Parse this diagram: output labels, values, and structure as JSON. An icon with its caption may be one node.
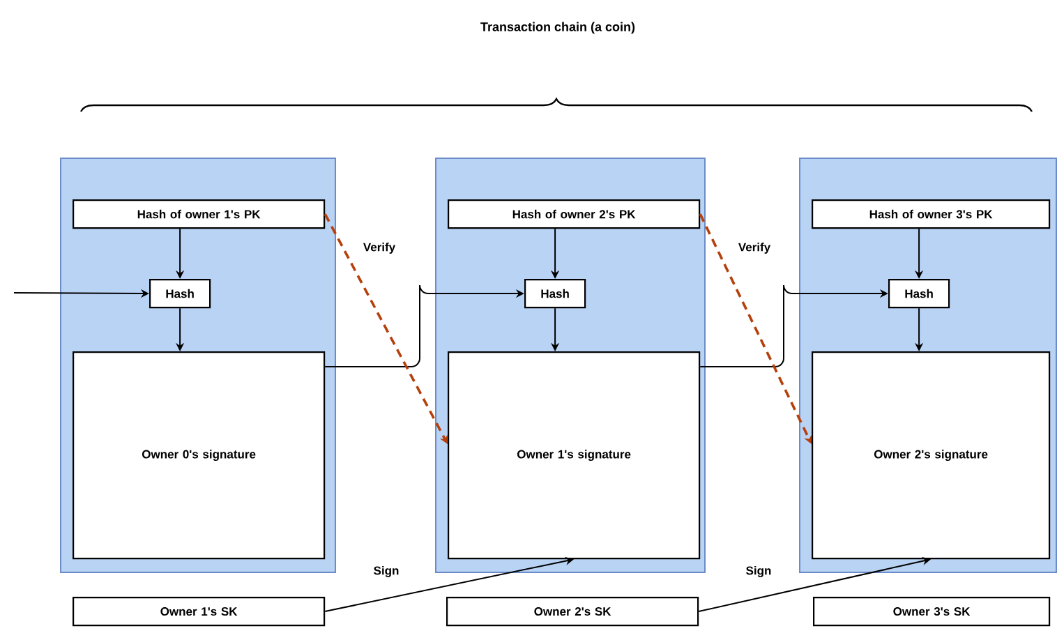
{
  "diagram": {
    "title": "Transaction chain (a coin)",
    "nodes": [
      {
        "text": [],
        "shape": "box"
      },
      {
        "text": [
          "Hash of owner 1's PK"
        ],
        "in": 0
      },
      {
        "text": [
          "Hash"
        ],
        "in": 0
      },
      {
        "text": [
          "Owner 0's signature"
        ],
        "in": 0
      },
      {
        "text": [],
        "shape": "box"
      },
      {
        "text": [
          "Hash of owner 2's PK"
        ],
        "in": 4
      },
      {
        "text": [
          "Hash"
        ],
        "in": 4
      },
      {
        "text": [
          "Owner 1's signature"
        ],
        "in": 4
      },
      {
        "text": [],
        "shape": "box"
      },
      {
        "text": [
          "Hash of owner 3's PK"
        ],
        "in": 8
      },
      {
        "text": [
          "Hash"
        ],
        "in": 8
      },
      {
        "text": [
          "Owner 2's signature"
        ],
        "in": 8
      },
      {
        "text": [
          "Owner 1's SK"
        ]
      },
      {
        "text": [
          "Owner 2's SK"
        ]
      },
      {
        "text": [
          "Owner 3's SK"
        ]
      }
    ],
    "edges": [
      {
        "from": null,
        "to": 2,
        "arrow": "to"
      },
      {
        "from": 1,
        "to": 2,
        "arrow": "to"
      },
      {
        "from": 2,
        "to": 3,
        "arrow": "to"
      },
      {
        "from": 3,
        "to": 6,
        "arrow": "to"
      },
      {
        "from": 1,
        "to": 7,
        "arrow": "to",
        "label": "Verify",
        "style": "dashed",
        "color": "#b5400c"
      },
      {
        "from": 5,
        "to": 6,
        "arrow": "to"
      },
      {
        "from": 6,
        "to": 7,
        "arrow": "to"
      },
      {
        "from": 7,
        "to": 10,
        "arrow": "to"
      },
      {
        "from": 5,
        "to": 11,
        "arrow": "to",
        "label": "Verify",
        "style": "dashed",
        "color": "#b5400c"
      },
      {
        "from": 9,
        "to": 10,
        "arrow": "to"
      },
      {
        "from": 10,
        "to": 11,
        "arrow": "to"
      },
      {
        "from": 12,
        "to": 7,
        "arrow": "to",
        "label": "Sign"
      },
      {
        "from": 13,
        "to": 11,
        "arrow": "to",
        "label": "Sign"
      }
    ]
  }
}
